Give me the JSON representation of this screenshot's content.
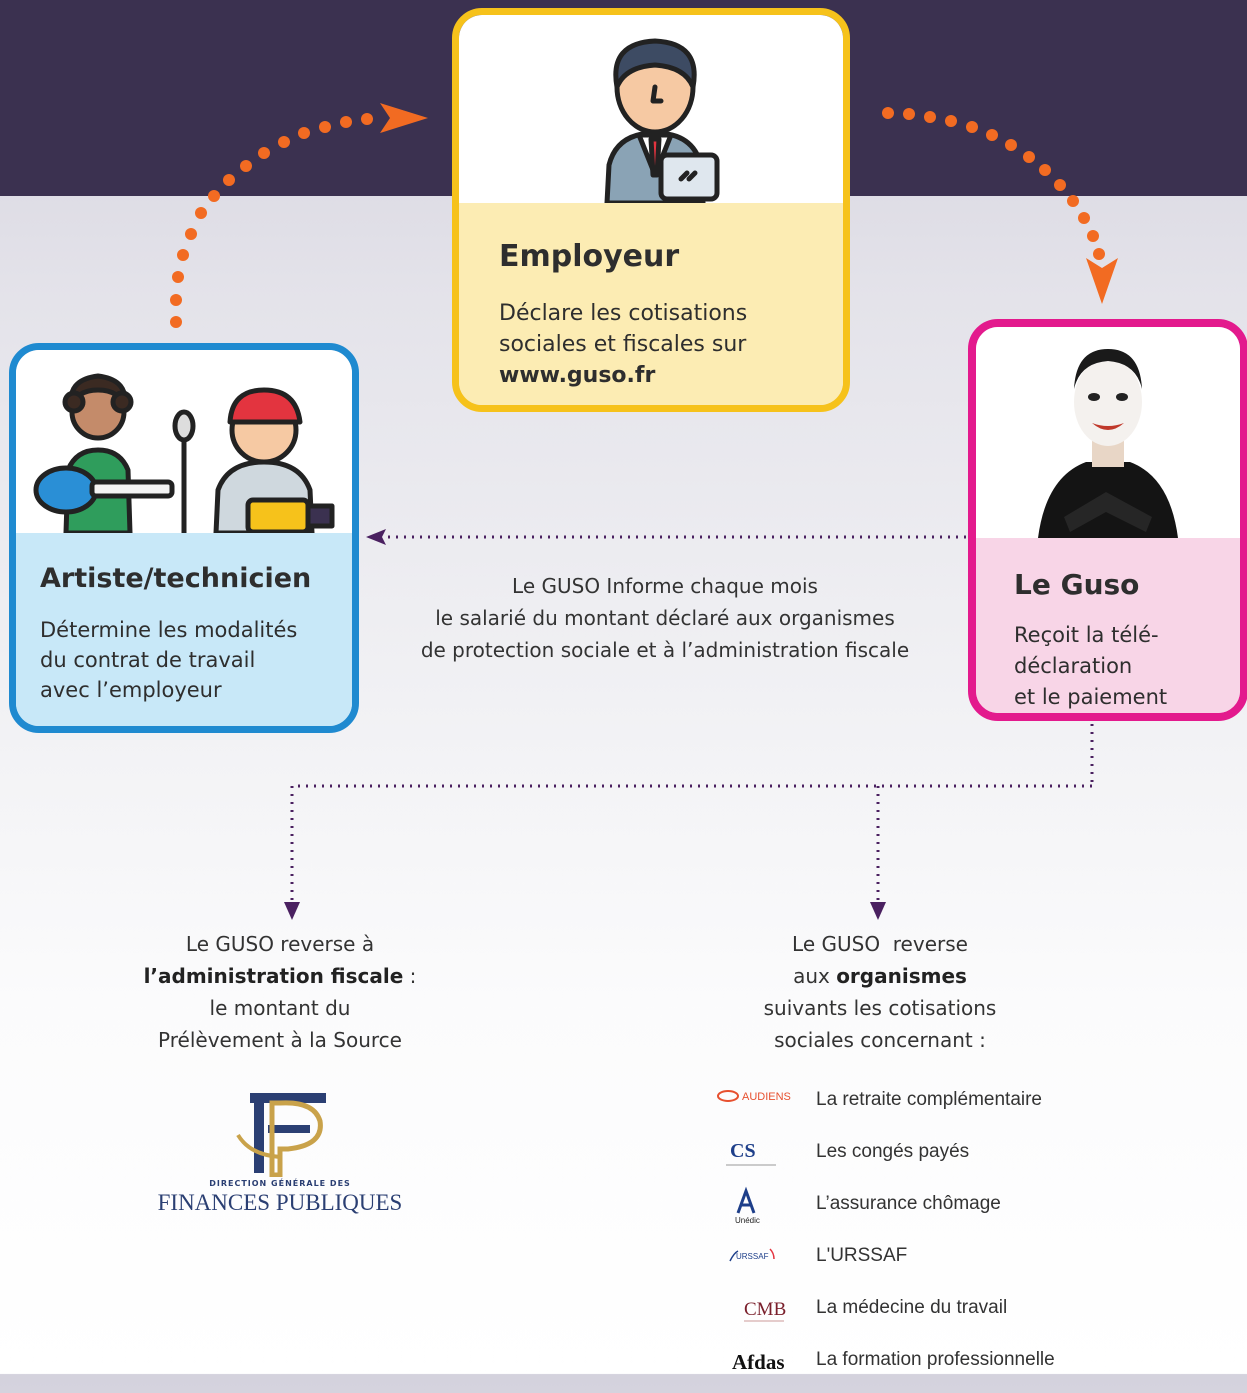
{
  "employer": {
    "title": "Employeur",
    "line1": "Déclare les cotisations",
    "line2": "sociales et fiscales sur",
    "site": "www.guso.fr"
  },
  "artist": {
    "title": "Artiste/technicien",
    "line1": "Détermine les modalités",
    "line2": "du contrat de travail",
    "line3": "avec l’employeur"
  },
  "guso": {
    "title": "Le Guso",
    "line1": "Reçoit la télé-",
    "line2": "déclaration",
    "line3": "et le paiement"
  },
  "info": {
    "line1": "Le GUSO Informe chaque mois",
    "line2": "le salarié du montant déclaré aux organismes",
    "line3": "de protection sociale et à l’administration fiscale"
  },
  "fiscal": {
    "line1": "Le GUSO reverse à",
    "bold": "l’administration fiscale",
    "bold_suffix": " :",
    "line3": "le montant du",
    "line4": "Prélèvement à la Source"
  },
  "organisms_intro": {
    "line1": "Le GUSO  reverse",
    "line2_prefix": "aux ",
    "line2_bold": "organismes",
    "line3": "suivants les cotisations",
    "line4": "sociales concernant :"
  },
  "dgfip_logo": {
    "small": "DIRECTION GÉNÉRALE DES",
    "big": "FINANCES PUBLIQUES"
  },
  "organisms": [
    {
      "logo": "AUDIENS",
      "label": "La retraite complémentaire"
    },
    {
      "logo": "CS",
      "label": "Les congés payés"
    },
    {
      "logo": "Unédic",
      "label": "L’assurance chômage"
    },
    {
      "logo": "URSSAF",
      "label": "L'URSSAF"
    },
    {
      "logo": "CMB",
      "label": "La médecine du travail"
    },
    {
      "logo": "Afdas",
      "label": "La formation professionnelle"
    }
  ],
  "colors": {
    "header_band": "#3b3150",
    "employer_border": "#f6c21b",
    "artist_border": "#1f8ad0",
    "guso_border": "#e31a8d",
    "orange_arrows": "#f26b22",
    "purple_dots": "#4a2060"
  }
}
